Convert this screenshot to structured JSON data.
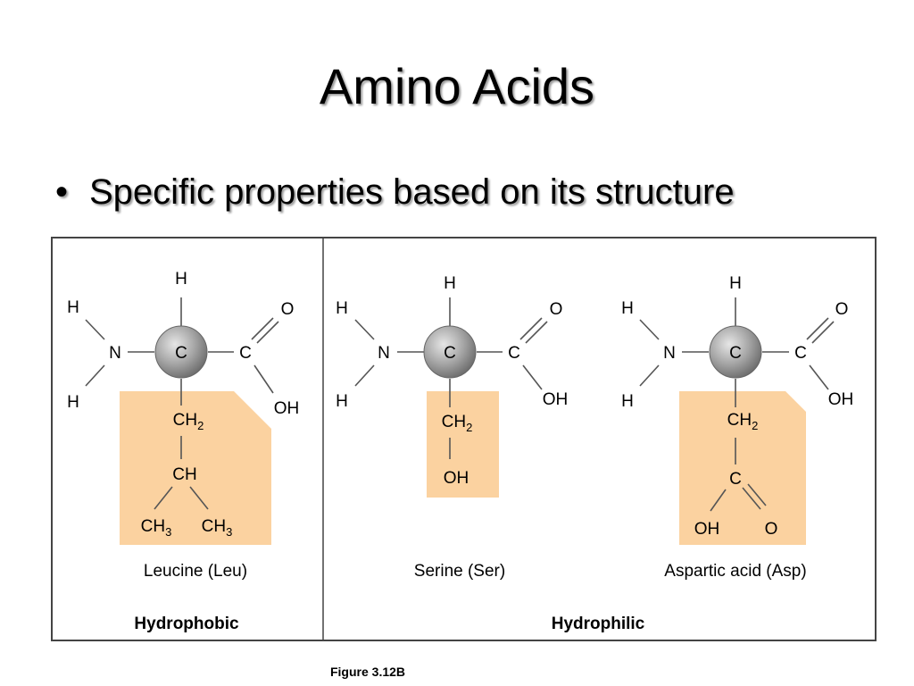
{
  "slide": {
    "title": "Amino Acids",
    "bullet": "•",
    "bullet_text": "Specific properties based on its structure",
    "caption": "Figure 3.12B"
  },
  "atoms": {
    "h": "H",
    "n": "N",
    "c": "C",
    "o": "O",
    "oh": "OH",
    "ch": "CH",
    "ch2": "CH",
    "ch3": "CH",
    "sub2": "2",
    "sub3": "3"
  },
  "molecules": [
    {
      "name": "Leucine (Leu)"
    },
    {
      "name": "Serine (Ser)"
    },
    {
      "name": "Aspartic acid (Asp)"
    }
  ],
  "categories": {
    "hydrophobic": "Hydrophobic",
    "hydrophilic": "Hydrophilic"
  },
  "colors": {
    "r_group_fill": "#fbd2a0",
    "alpha_carbon": "#9a9a9a",
    "frame": "#444444"
  }
}
